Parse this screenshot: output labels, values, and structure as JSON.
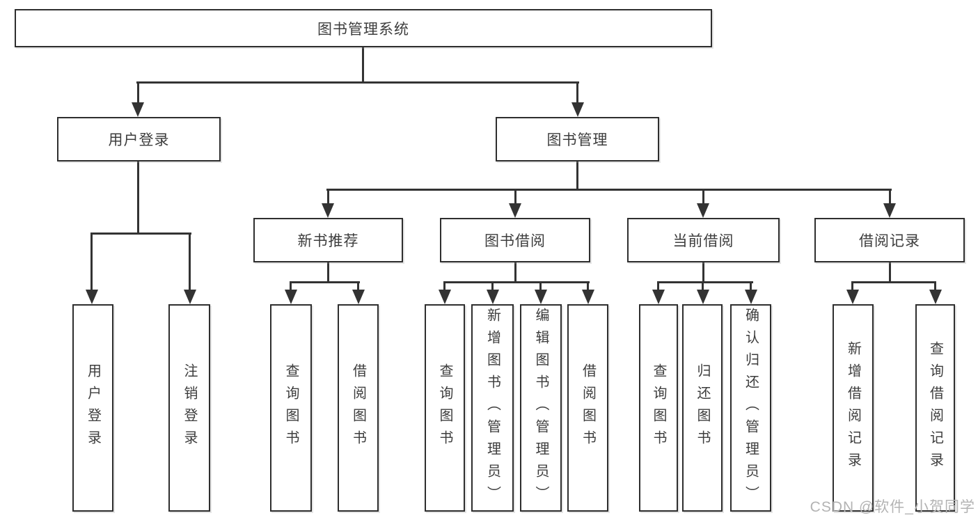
{
  "diagram": {
    "root_label": "图书管理系统",
    "branches": [
      {
        "label": "用户登录",
        "children": [
          {
            "label": "用户登录"
          },
          {
            "label": "注销登录"
          }
        ]
      },
      {
        "label": "图书管理",
        "groups": [
          {
            "label": "新书推荐",
            "children": [
              {
                "label": "查询图书"
              },
              {
                "label": "借阅图书"
              }
            ]
          },
          {
            "label": "图书借阅",
            "children": [
              {
                "label": "查询图书"
              },
              {
                "label": "新增图书（管理员）"
              },
              {
                "label": "编辑图书（管理员）"
              },
              {
                "label": "借阅图书"
              }
            ]
          },
          {
            "label": "当前借阅",
            "children": [
              {
                "label": "查询图书"
              },
              {
                "label": "归还图书"
              },
              {
                "label": "确认归还（管理员）"
              }
            ]
          },
          {
            "label": "借阅记录",
            "children": [
              {
                "label": "新增借阅记录"
              },
              {
                "label": "查询借阅记录"
              }
            ]
          }
        ]
      }
    ]
  },
  "watermark": "CSDN @软件_小贺同学",
  "colors": {
    "line": "#333333",
    "box_border": "#2e2e2e",
    "text": "#3d3d3d",
    "watermark": "#b3b3b3",
    "background": "#ffffff"
  }
}
